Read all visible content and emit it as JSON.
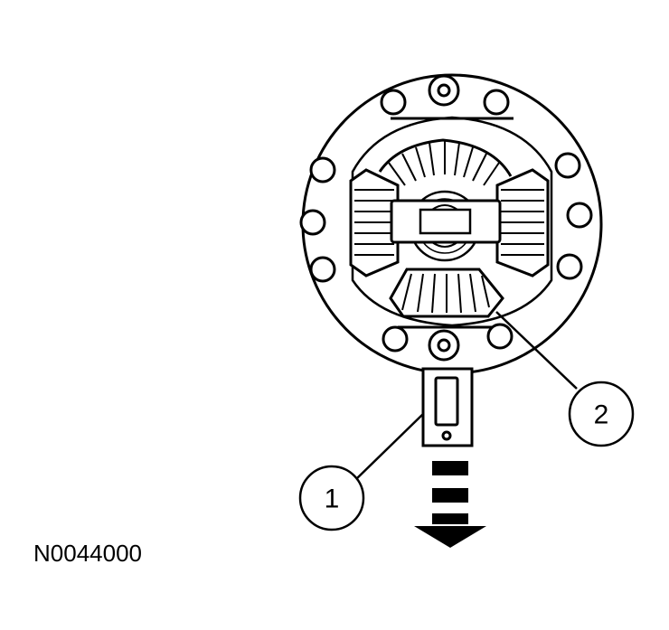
{
  "callouts": [
    {
      "label": "1"
    },
    {
      "label": "2"
    }
  ],
  "reference_code": "N0044000",
  "icons": [
    "differential-gear-assembly-icon",
    "pinion-shaft-tool-icon",
    "pull-direction-arrow-icon"
  ]
}
